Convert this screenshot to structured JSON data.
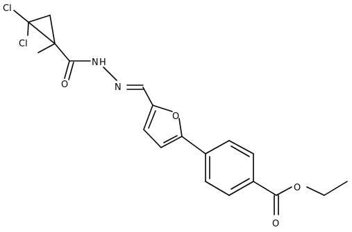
{
  "molecule": {
    "atoms": [
      {
        "id": "cl1",
        "label": "Cl"
      },
      {
        "id": "cl2",
        "label": "Cl"
      },
      {
        "id": "n1",
        "label": "N"
      },
      {
        "id": "n2",
        "label": "N"
      },
      {
        "id": "h",
        "label": "H"
      },
      {
        "id": "o1",
        "label": "O"
      },
      {
        "id": "o_furan",
        "label": "O"
      },
      {
        "id": "o_ester",
        "label": "O"
      },
      {
        "id": "o_carbonyl",
        "label": "O"
      }
    ]
  },
  "colors": {
    "bond": "#000000",
    "label": "#000000",
    "background": "#ffffff"
  }
}
